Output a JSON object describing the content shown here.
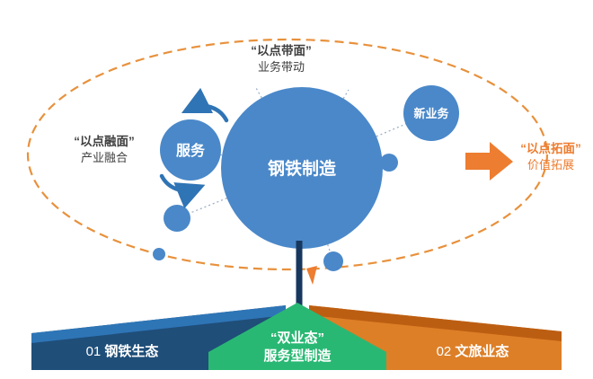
{
  "canvas": {
    "width": "660",
    "height": "422"
  },
  "colors": {
    "circle_blue": "#4a88c9",
    "arrow_blue": "#2f74b5",
    "boundary_orange": "#e8913c",
    "accent_orange": "#ed7d31",
    "banner_navy": "#1f4e79",
    "banner_navy_light": "#2e75b6",
    "banner_green": "#29b873",
    "banner_orange": "#dd7f27",
    "banner_orange_dark": "#bc5e12",
    "connector_navy": "#17375e",
    "dotted_gray": "#9fb0c4",
    "label_dark": "#3f3f3f",
    "white": "#ffffff"
  },
  "diagram": {
    "top_label": {
      "line1": "“以点带面”",
      "line2": "业务带动"
    },
    "left_label": {
      "line1": "“以点融面”",
      "line2": "产业融合"
    },
    "right_label": {
      "line1": "“以点拓面”",
      "line2": "价值拓展"
    },
    "center_circle": "钢铁制造",
    "service_circle": "服务",
    "new_business_circle": "新业务"
  },
  "banners": {
    "left": {
      "num": "01",
      "label": "钢铁生态"
    },
    "center": {
      "line1": "“双业态”",
      "line2": "服务型制造"
    },
    "right": {
      "num": "02",
      "label": "文旅业态"
    }
  }
}
